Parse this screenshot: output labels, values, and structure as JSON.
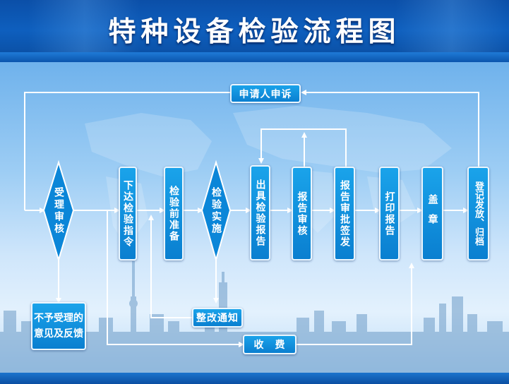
{
  "title": "特种设备检验流程图",
  "colors": {
    "accent": "#0a7fd0",
    "line": "#ffffff",
    "header": "#0b4fa8"
  },
  "nodes": {
    "appeal": "申请人申诉",
    "accept_review": "受理审核",
    "issue_order": "下达检验指令",
    "pre_inspection": "检验前准备",
    "inspection": "检验实施",
    "issue_report": "出具检验报告",
    "report_review": "报告审核",
    "report_approve": "报告审批签发",
    "print_report": "打印报告",
    "stamp": "盖章",
    "distribute_archive": "登记发放、归档",
    "rejection_line1": "不予受理的",
    "rejection_line2": "意见及反馈",
    "rectify_notice": "整改通知",
    "fee": "收　费"
  }
}
